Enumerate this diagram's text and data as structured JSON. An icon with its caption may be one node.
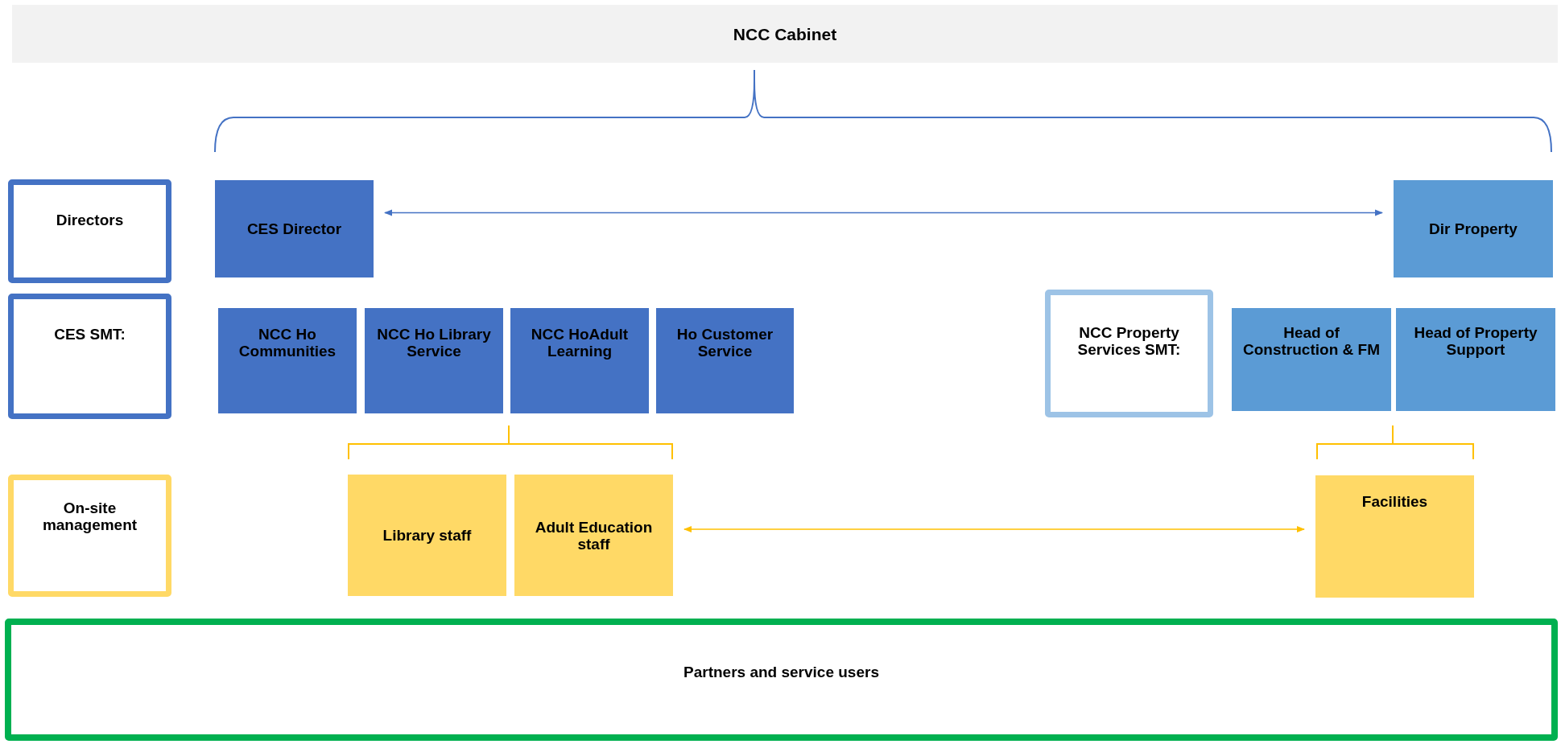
{
  "diagram": {
    "nodes": [
      {
        "text": [
          "NCC Cabinet"
        ]
      },
      {
        "text": [
          "Directors"
        ]
      },
      {
        "text": [
          "CES Director"
        ]
      },
      {
        "text": [
          "Dir Property"
        ]
      },
      {
        "text": [
          "CES SMT:"
        ]
      },
      {
        "text": [
          "NCC Ho Communities"
        ]
      },
      {
        "text": [
          "NCC Ho Library Service"
        ]
      },
      {
        "text": [
          "NCC HoAdult Learning"
        ]
      },
      {
        "text": [
          "Ho Customer Service"
        ]
      },
      {
        "text": [
          "NCC Property Services SMT:"
        ]
      },
      {
        "text": [
          "Head of Construction & FM"
        ]
      },
      {
        "text": [
          "Head of Property Support"
        ]
      },
      {
        "text": [
          "On-site management"
        ]
      },
      {
        "text": [
          "Library staff"
        ]
      },
      {
        "text": [
          "Adult Education staff"
        ]
      },
      {
        "text": [
          "Facilities"
        ]
      },
      {
        "text": [
          "Partners and service users"
        ]
      }
    ],
    "edges": [
      {
        "from": 2,
        "to": 3,
        "arrow": "both"
      },
      {
        "from": 14,
        "to": 15,
        "arrow": "both",
        "color": "#ffc000"
      }
    ]
  }
}
